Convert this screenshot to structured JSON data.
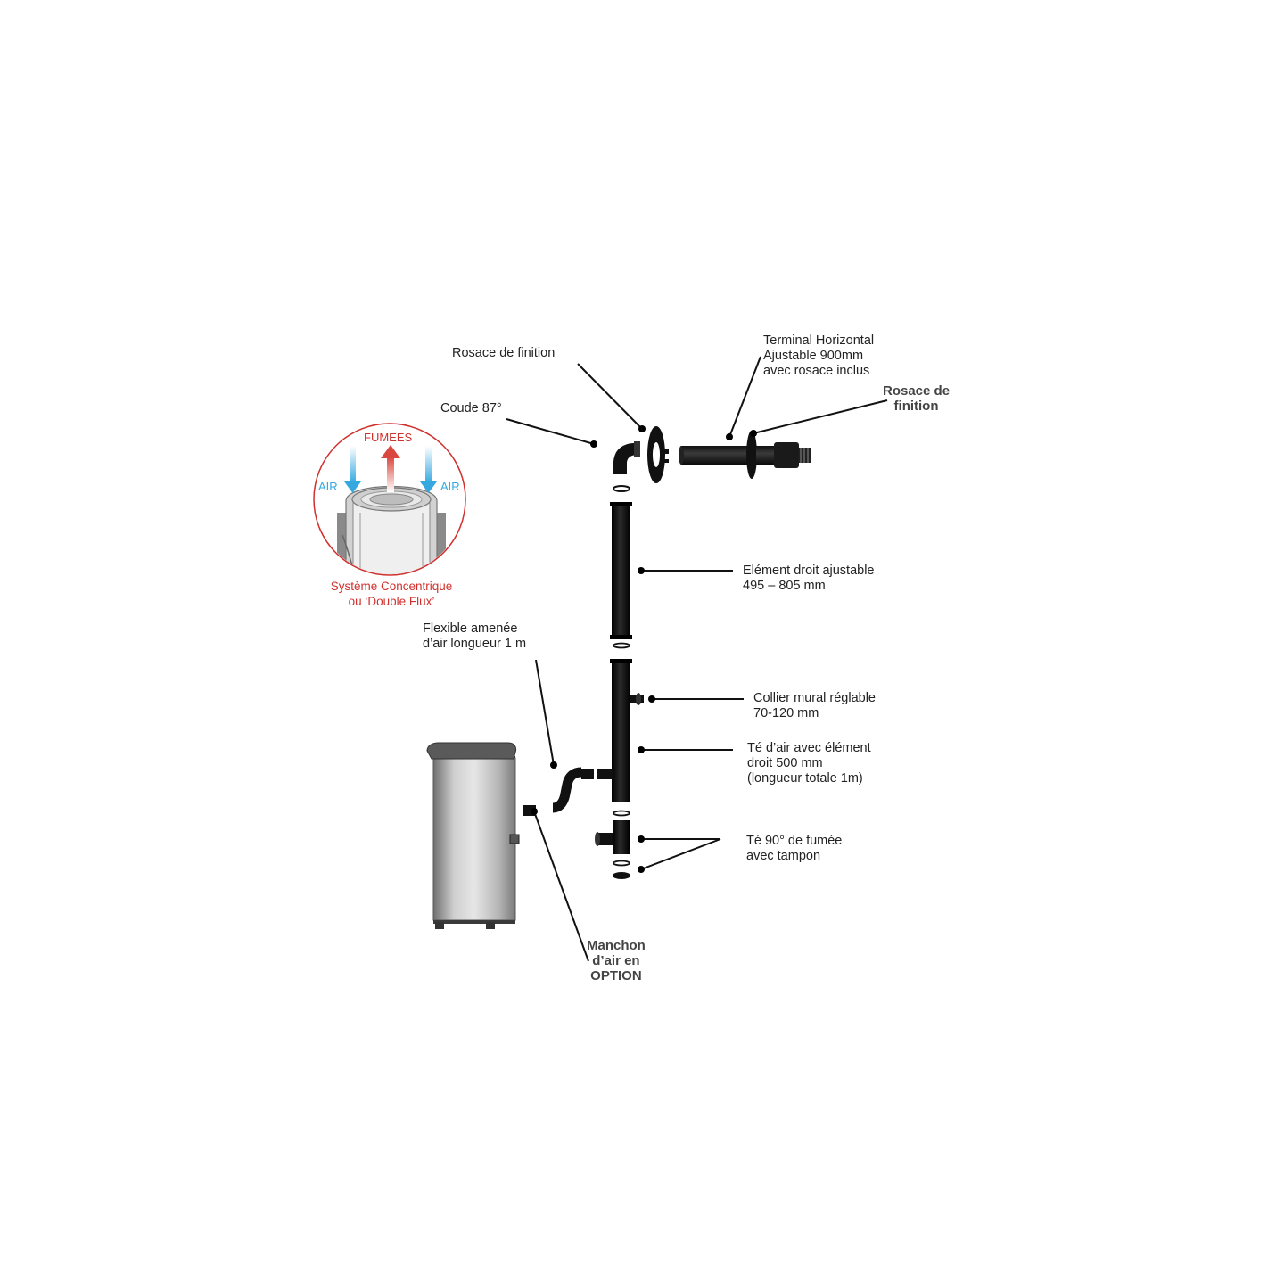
{
  "labels": {
    "rosace_finition_top": "Rosace de finition",
    "coude": "Coude 87°",
    "terminal": "Terminal Horizontal\nAjustable 900mm\navec rosace inclus",
    "rosace_finition_right": "Rosace de\nfinition",
    "element_droit": "Elément droit ajustable\n495 – 805 mm",
    "collier": "Collier mural réglable\n70-120 mm",
    "te_air": "Té d’air avec élément\ndroit 500 mm\n(longueur totale 1m)",
    "te_90": "Té 90° de fumée\navec tampon",
    "flexible": "Flexible amenée\nd’air longueur 1 m",
    "manchon": "Manchon\nd’air en\nOPTION"
  },
  "inset": {
    "fumees": "FUMEES",
    "air_left": "AIR",
    "air_right": "AIR",
    "caption": "Système Concentrique\nou ‘Double Flux’"
  },
  "colors": {
    "ink": "#111111",
    "label_text": "#222222",
    "bold_label": "#444444",
    "inset_ring": "#d0312d",
    "fumees_arrow": "#d9473f",
    "air_arrow": "#35a8e0",
    "stove_steel": "#a9a9a9",
    "stove_dark": "#2b2b2b"
  }
}
